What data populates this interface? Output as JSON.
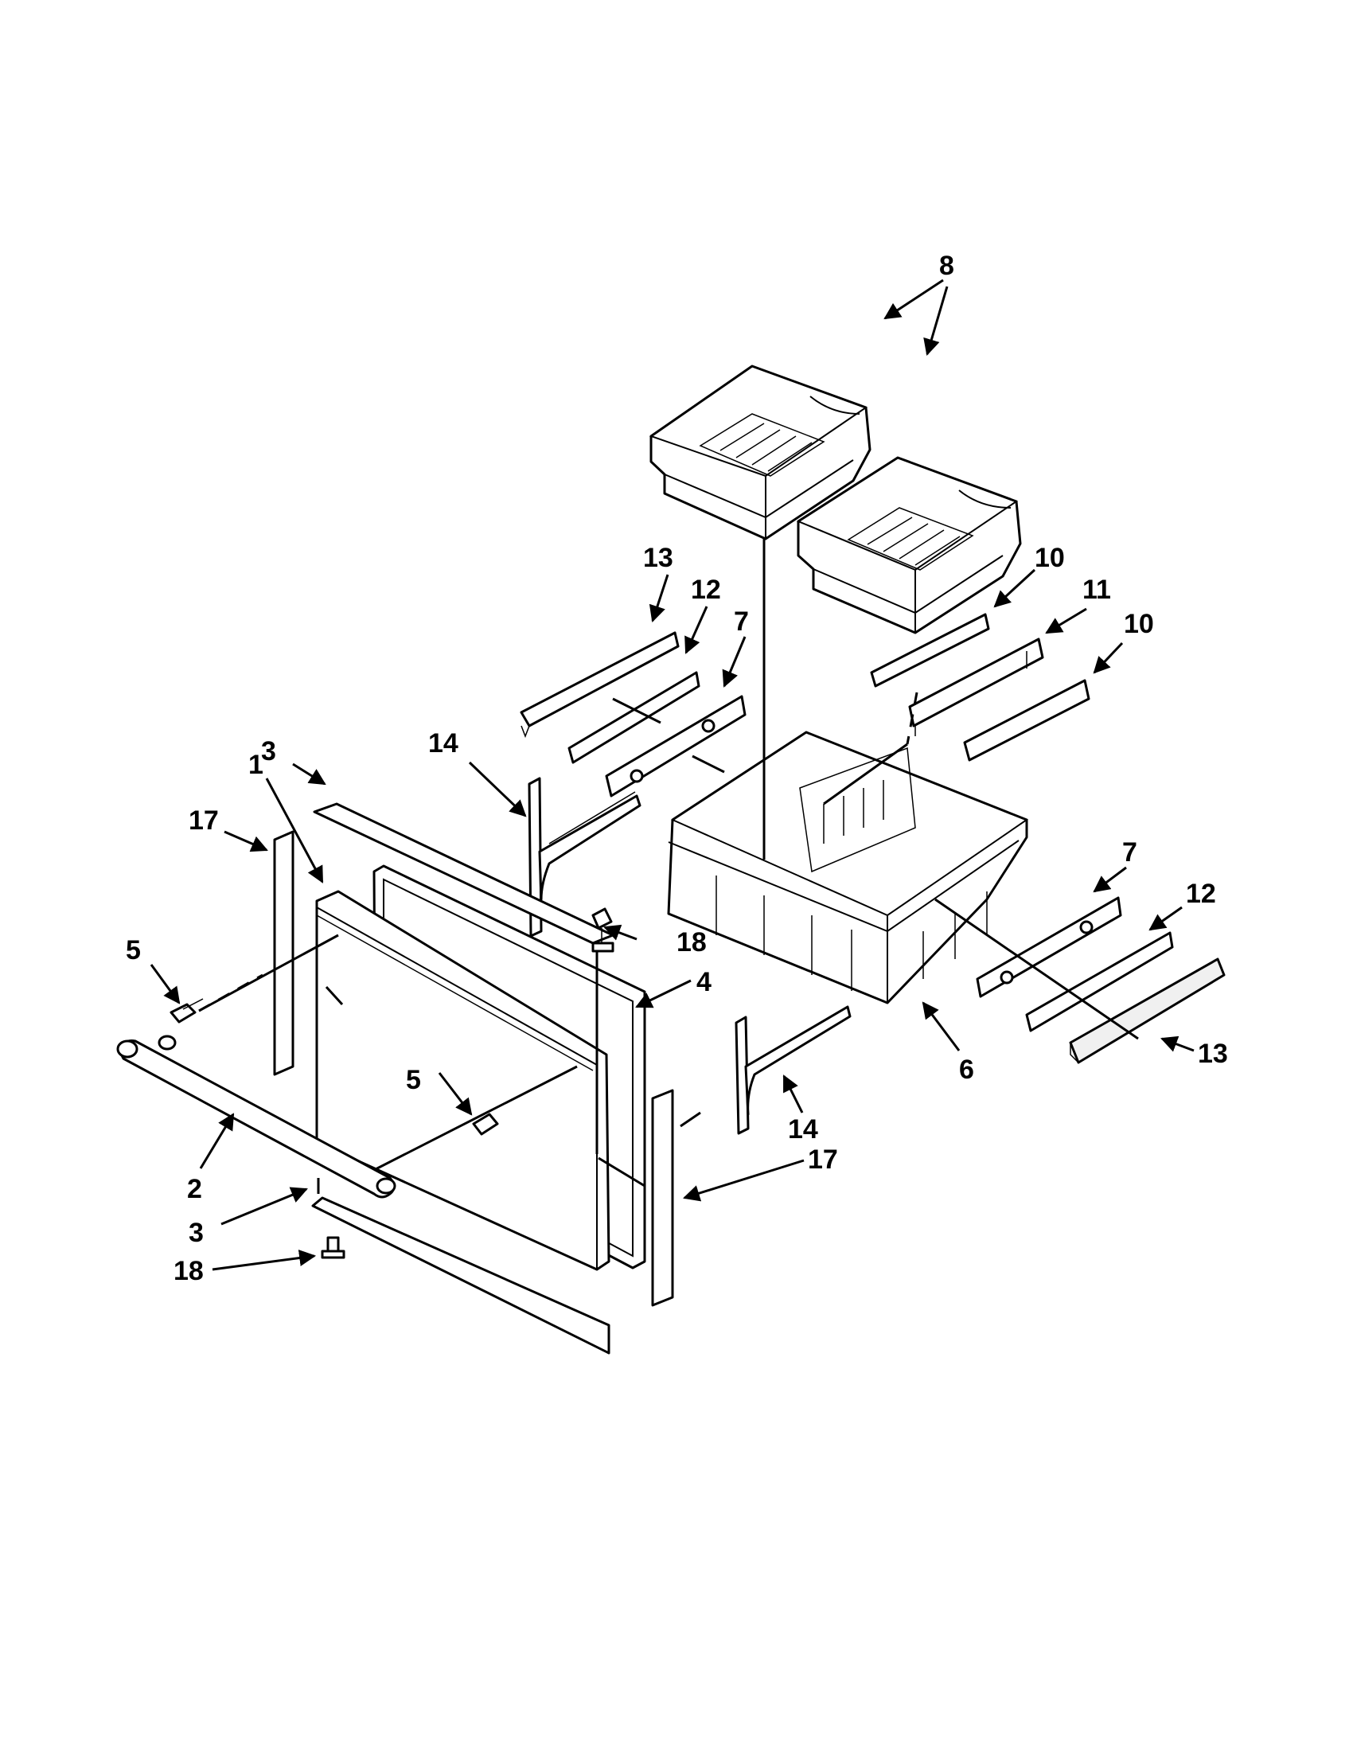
{
  "callouts": {
    "c1": "1",
    "c2": "2",
    "c3a": "3",
    "c3b": "3",
    "c4": "4",
    "c5a": "5",
    "c5b": "5",
    "c6": "6",
    "c7a": "7",
    "c7b": "7",
    "c8": "8",
    "c10a": "10",
    "c10b": "10",
    "c11": "11",
    "c12a": "12",
    "c12b": "12",
    "c13a": "13",
    "c13b": "13",
    "c14a": "14",
    "c14b": "14",
    "c17a": "17",
    "c17b": "17",
    "c18a": "18",
    "c18b": "18"
  },
  "colors": {
    "line": "#000000",
    "background": "#ffffff",
    "shade": "#f0f0f0"
  }
}
